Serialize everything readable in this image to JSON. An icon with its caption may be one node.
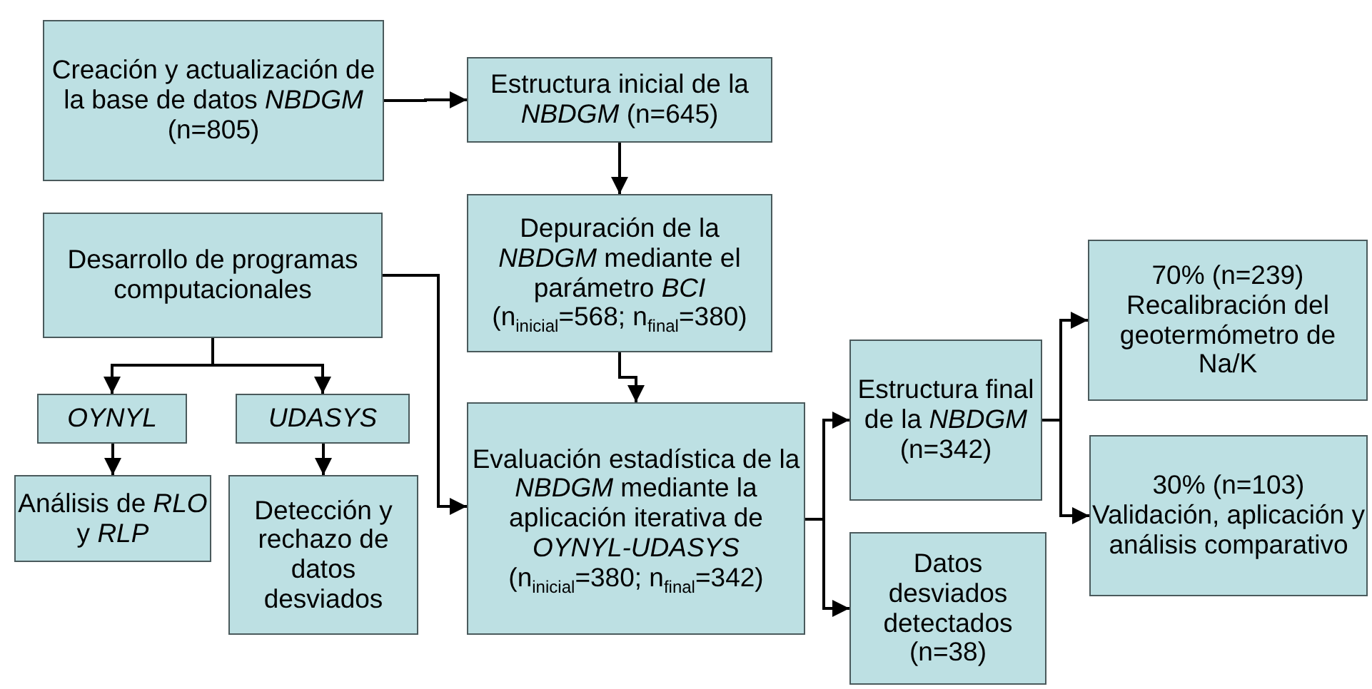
{
  "diagram": {
    "nodes": [
      {
        "text": [
          "Creación y actualización de la base de datos *NBDGM* (n=805)"
        ]
      },
      {
        "text": [
          "Estructura inicial de la *NBDGM* (n=645)"
        ]
      },
      {
        "text": [
          "Desarrollo de programas computacionales"
        ]
      },
      {
        "text": [
          "Depuración de la *NBDGM* mediante el parámetro *BCI* (n$_{inicial}$=568; n$_{final}$=380)"
        ]
      },
      {
        "text": [
          "*OYNYL*"
        ]
      },
      {
        "text": [
          "*UDASYS*"
        ]
      },
      {
        "text": [
          "Análisis de *RLO* y *RLP*"
        ]
      },
      {
        "text": [
          "Detección y rechazo de datos desviados"
        ]
      },
      {
        "text": [
          "Evaluación estadística de la *NBDGM* mediante la aplicación iterativa de *OYNYL-UDASYS* (n$_{inicial}$=380; n$_{final}$=342)"
        ]
      },
      {
        "text": [
          "Estructura final de la *NBDGM* (n=342)"
        ]
      },
      {
        "text": [
          "Datos desviados detectados (n=38)"
        ]
      },
      {
        "text": [
          "70% (n=239) Recalibración del geotermómetro de Na/K"
        ]
      },
      {
        "text": [
          "30% (n=103) Validación, aplicación y análisis comparativo"
        ]
      }
    ],
    "edges": [
      {
        "from": 0,
        "to": 1,
        "arrow": "to"
      },
      {
        "from": 1,
        "to": 3,
        "arrow": "to"
      },
      {
        "from": 2,
        "to": 8,
        "arrow": "to"
      },
      {
        "from": 2,
        "to": 4,
        "arrow": "to"
      },
      {
        "from": 2,
        "to": 5,
        "arrow": "to"
      },
      {
        "from": 3,
        "to": 8,
        "arrow": "to"
      },
      {
        "from": 4,
        "to": 6,
        "arrow": "to"
      },
      {
        "from": 5,
        "to": 7,
        "arrow": "to"
      },
      {
        "from": 8,
        "to": 9,
        "arrow": "to"
      },
      {
        "from": 8,
        "to": 10,
        "arrow": "to"
      },
      {
        "from": 9,
        "to": 11,
        "arrow": "to"
      },
      {
        "from": 9,
        "to": 12,
        "arrow": "to"
      }
    ]
  }
}
